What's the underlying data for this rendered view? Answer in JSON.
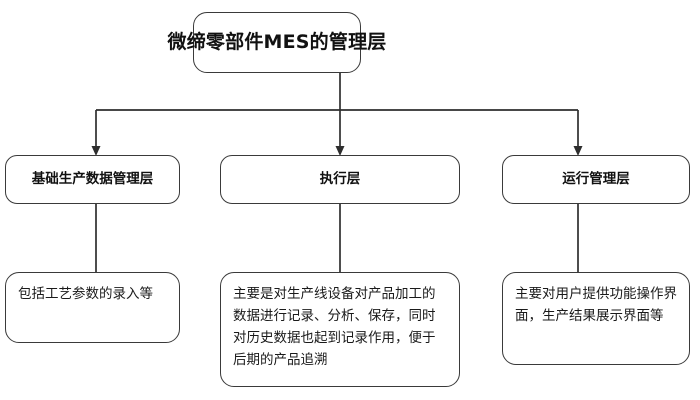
{
  "diagram": {
    "type": "org-chart",
    "title_node": {
      "id": "root",
      "label": "微缔零部件MES的管理层"
    },
    "layers": [
      {
        "id": "layer-basic",
        "label": "基础生产数据管理层"
      },
      {
        "id": "layer-execution",
        "label": "执行层"
      },
      {
        "id": "layer-operation",
        "label": "运行管理层"
      }
    ],
    "descriptions": [
      {
        "id": "desc-basic",
        "label": "包括工艺参数的录入等"
      },
      {
        "id": "desc-execution",
        "label": "主要是对生产线设备对产品加工的数据进行记录、分析、保存，同时对历史数据也起到记录作用，便于后期的产品追溯"
      },
      {
        "id": "desc-operation",
        "label": "主要对用户提供功能操作界面，生产结果展示界面等"
      }
    ],
    "colors": {
      "background": "#ffffff",
      "border": "#3a3a3a",
      "connector": "#2e2e2e",
      "text": "#111111"
    },
    "connectors": {
      "root_to_layers": "arrow",
      "layer_to_description": "plain-line"
    }
  }
}
